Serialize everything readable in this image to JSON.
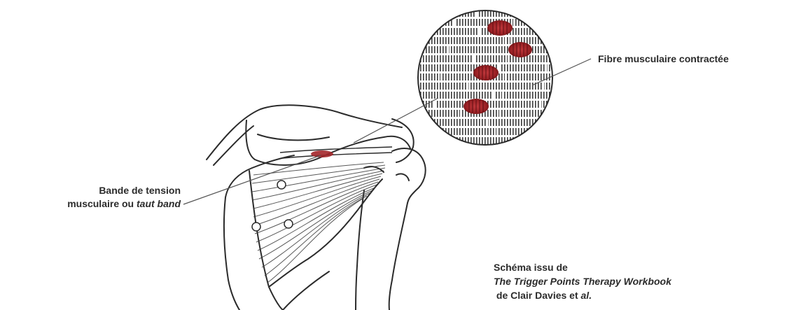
{
  "labels": {
    "fibre": "Fibre musculaire contractée",
    "band_line1": "Bande de tension",
    "band_line2_prefix": "musculaire ou ",
    "band_line2_italic": "taut band",
    "source_line1": "Schéma issu de",
    "source_book": "The Trigger Points Therapy Workbook",
    "source_line3_prefix": " de Clair Davies et ",
    "source_line3_italic": "al."
  },
  "colors": {
    "line": "#2b2b2b",
    "knot": "#a3262a",
    "knot_dark": "#6e1215",
    "fibre_light": "#dcdcdc"
  }
}
